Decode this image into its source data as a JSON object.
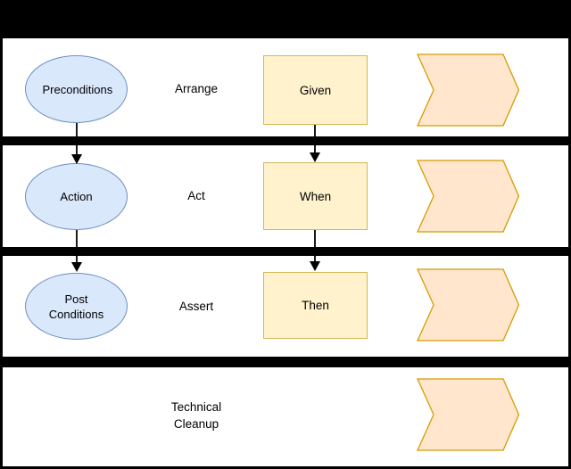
{
  "rows": [
    {
      "ellipse_label": "Preconditions",
      "stage_label": "Arrange",
      "box_label": "Given"
    },
    {
      "ellipse_label": "Action",
      "stage_label": "Act",
      "box_label": "When"
    },
    {
      "ellipse_label": "Post Conditions",
      "stage_label": "Assert",
      "box_label": "Then"
    },
    {
      "stage_label": "Technical Cleanup"
    }
  ],
  "colors": {
    "ellipse_fill": "#dae8fc",
    "ellipse_stroke": "#6c8ebf",
    "box_fill": "#fff2cc",
    "box_stroke": "#d6b656",
    "chevron_fill": "#ffe6cc",
    "chevron_stroke": "#d79b00",
    "band_color": "#000000",
    "arrow_color": "#000000",
    "background": "#ffffff"
  }
}
